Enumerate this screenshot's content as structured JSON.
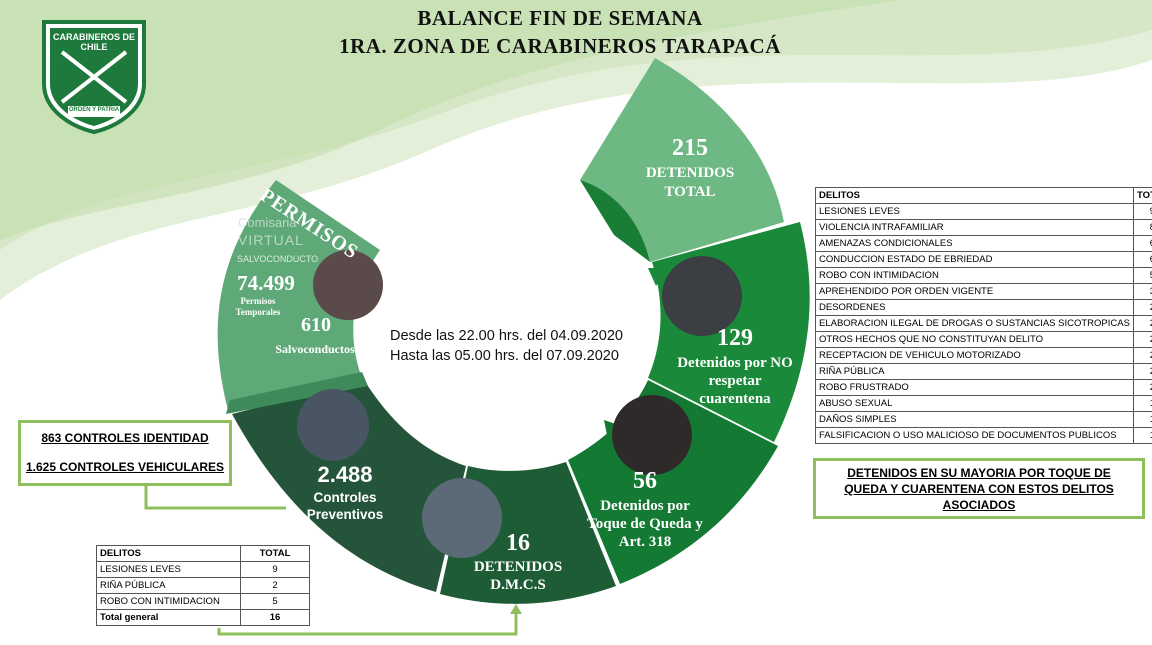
{
  "title_line1": "BALANCE FIN DE SEMANA",
  "title_line2": "1RA. ZONA DE CARABINEROS TARAPACÁ",
  "logo": {
    "top_text": "CARABINEROS DE CHILE",
    "bottom_text": "ORDEN Y PATRIA",
    "color": "#1e7a3c"
  },
  "center": {
    "line1": "Desde las 22.00 hrs. del 04.09.2020",
    "line2": "Hasta las 05.00 hrs. del 07.09.2020"
  },
  "segments": {
    "total": {
      "value": "215",
      "label1": "DETENIDOS",
      "label2": "TOTAL",
      "color": "#6eb884"
    },
    "cuarentena": {
      "value": "129",
      "label1": "Detenidos por NO",
      "label2": "respetar",
      "label3": "cuarentena",
      "color": "#1a8a3a"
    },
    "toque": {
      "value": "56",
      "label1": "Detenidos por",
      "label2": "Toque de Queda y",
      "label3": "Art. 318",
      "color": "#147a33"
    },
    "dmcs": {
      "value": "16",
      "label1": "DETENIDOS",
      "label2": "D.M.C.S",
      "color": "#1e5c35"
    },
    "controles": {
      "value": "2.488",
      "label1": "Controles",
      "label2": "Preventivos",
      "color": "#24543a"
    },
    "permisos": {
      "title": "PERMISOS",
      "photo_text1": "Comisaria",
      "photo_text2": "VIRTUAL",
      "photo_text3": "SALVOCONDUCTO",
      "value1": "74.499",
      "label1a": "Permisos",
      "label1b": "Temporales",
      "value2": "610",
      "label2": "Salvoconductos",
      "color": "#5fa878"
    }
  },
  "controls_box": {
    "line1": "863 CONTROLES IDENTIDAD",
    "line2": "1.625 CONTROLES VEHICULARES"
  },
  "note_box": {
    "line1": "DETENIDOS EN SU MAYORIA POR TOQUE DE",
    "line2": "QUEDA Y CUARENTENA CON ESTOS DELITOS",
    "line3": "ASOCIADOS"
  },
  "right_table": {
    "headers": [
      "DELITOS",
      "TOTAL"
    ],
    "rows": [
      [
        "LESIONES LEVES",
        "9"
      ],
      [
        "VIOLENCIA INTRAFAMILIAR",
        "8"
      ],
      [
        "AMENAZAS CONDICIONALES",
        "6"
      ],
      [
        "CONDUCCION ESTADO DE EBRIEDAD",
        "6"
      ],
      [
        "ROBO CON INTIMIDACION",
        "5"
      ],
      [
        "APREHENDIDO POR ORDEN VIGENTE",
        "3"
      ],
      [
        "DESORDENES",
        "2"
      ],
      [
        "ELABORACION ILEGAL DE DROGAS O SUSTANCIAS SICOTROPICAS",
        "2"
      ],
      [
        "OTROS HECHOS QUE NO CONSTITUYAN DELITO",
        "2"
      ],
      [
        "RECEPTACION DE VEHICULO MOTORIZADO",
        "2"
      ],
      [
        "RIÑA PÚBLICA",
        "2"
      ],
      [
        "ROBO FRUSTRADO",
        "2"
      ],
      [
        "ABUSO SEXUAL",
        "1"
      ],
      [
        "DAÑOS SIMPLES",
        "1"
      ],
      [
        "FALSIFICACION O USO MALICIOSO DE DOCUMENTOS PUBLICOS",
        "1"
      ]
    ]
  },
  "left_table": {
    "headers": [
      "DELITOS",
      "TOTAL"
    ],
    "rows": [
      [
        "LESIONES LEVES",
        "9"
      ],
      [
        "RIÑA PÚBLICA",
        "2"
      ],
      [
        "ROBO CON INTIMIDACION",
        "5"
      ]
    ],
    "total_row": [
      "Total general",
      "16"
    ]
  }
}
